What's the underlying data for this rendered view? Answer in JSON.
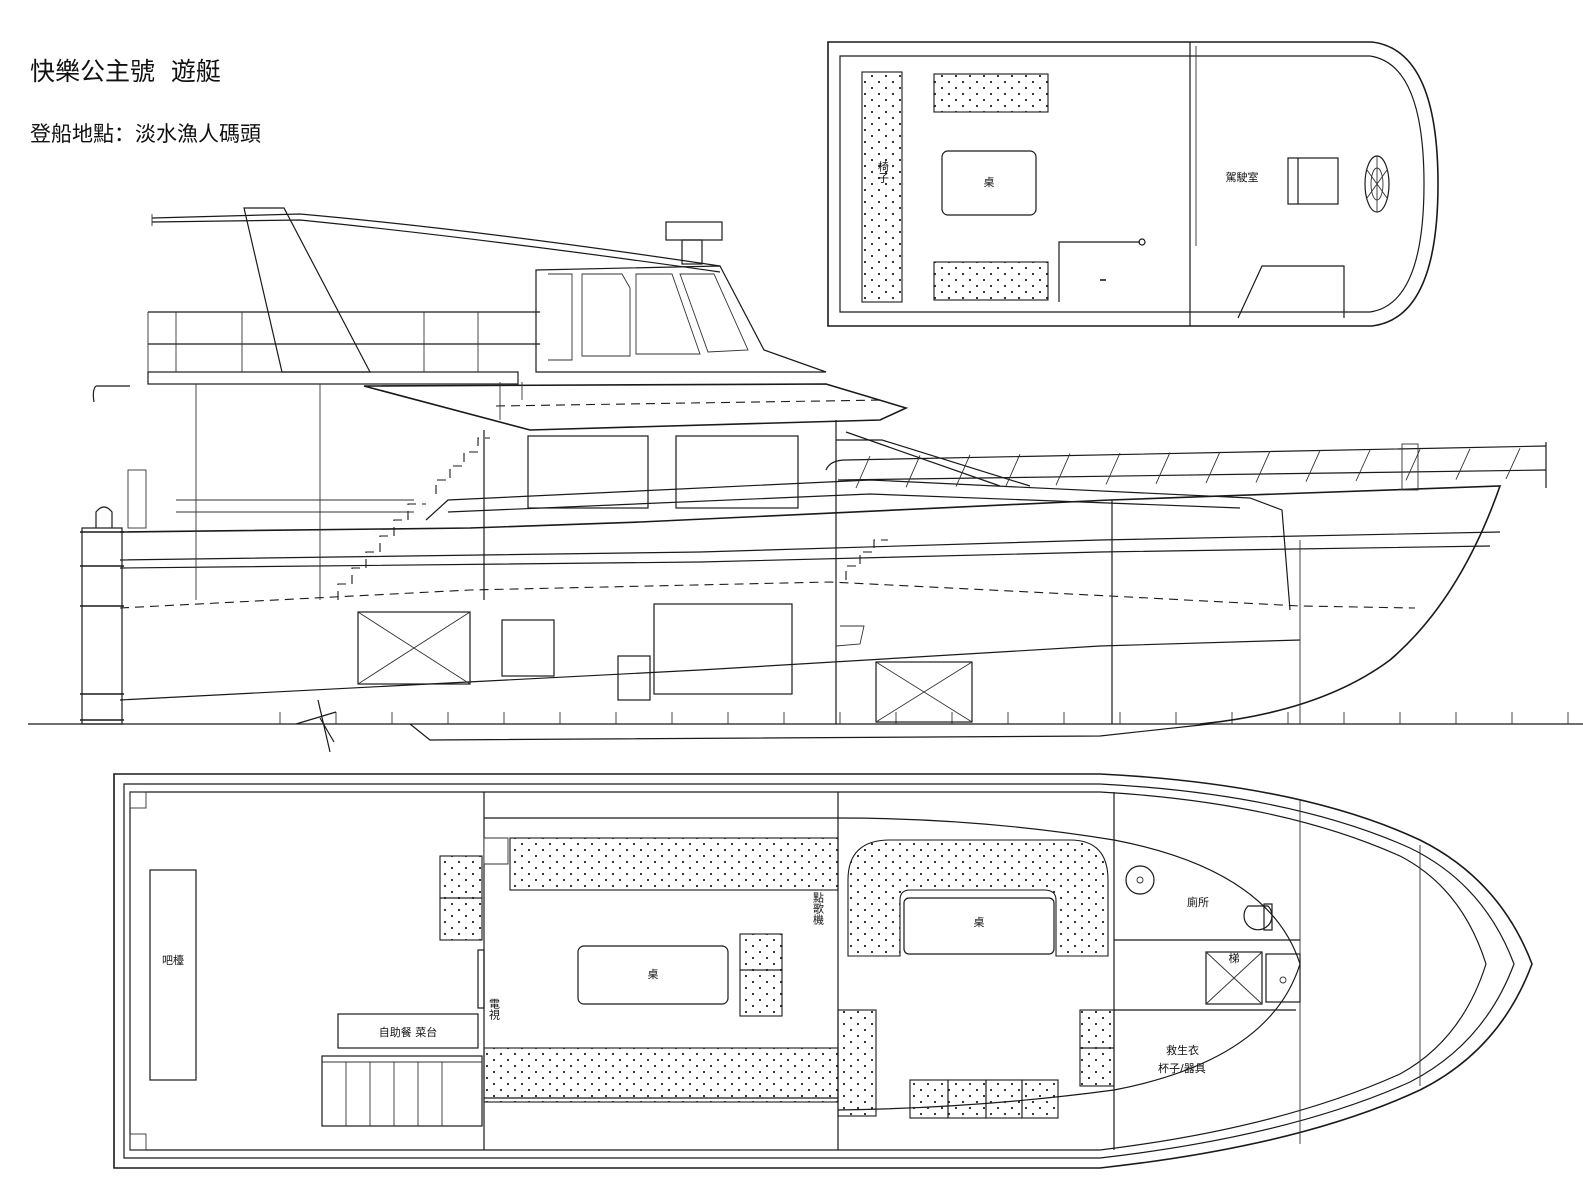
{
  "title": "快樂公主號  遊艇",
  "subtitle": "登船地點：淡水漁人碼頭",
  "upper_deck": {
    "chair": "椅子",
    "table": "桌",
    "wheelhouse": "駕駛室"
  },
  "main_deck": {
    "bar": "吧檯",
    "buffet": "自助餐 菜台",
    "tv": "電視",
    "karaoke": "點歌機",
    "table_aft": "桌",
    "table_fwd": "桌",
    "toilet": "廁所",
    "hatch": "梯",
    "lifejacket_1": "救生衣",
    "lifejacket_2": "杯子/器具"
  }
}
